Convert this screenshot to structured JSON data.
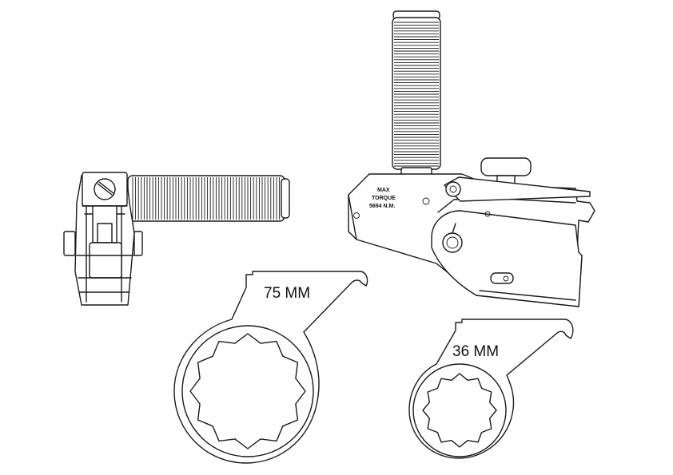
{
  "labels": {
    "large_cassette": "75 MM",
    "small_cassette": "36 MM",
    "torque_line1": "MAX",
    "torque_line2": "TORQUE",
    "torque_line3": "5694 N.M."
  },
  "icons": [
    "side-view-wrench",
    "handle-grip",
    "reaction-arm",
    "hex-cassette-75mm",
    "hex-cassette-36mm"
  ]
}
